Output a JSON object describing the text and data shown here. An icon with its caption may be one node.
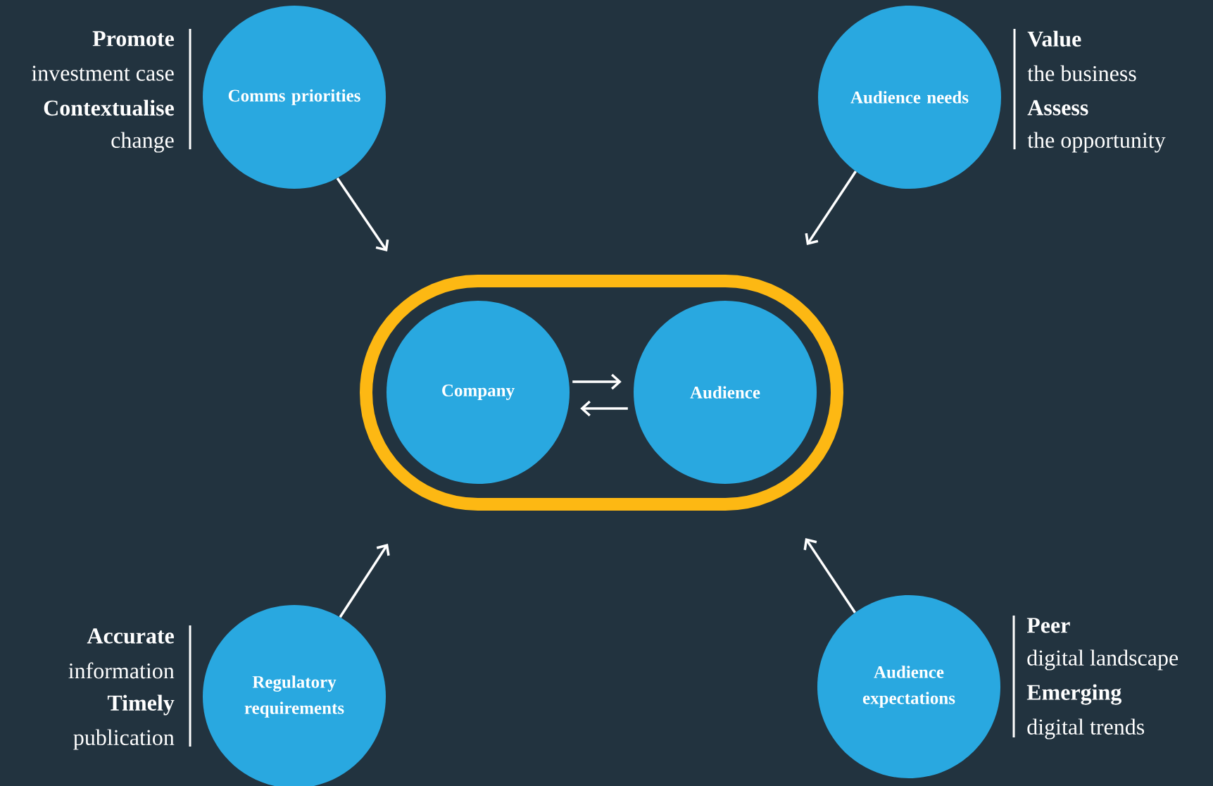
{
  "diagram": {
    "nodes": [
      {
        "text": [
          "Comms priorities"
        ],
        "beside": [
          "Promote",
          "investment case",
          "Contextualise",
          "change"
        ]
      },
      {
        "text": [
          "Audience needs"
        ],
        "beside": [
          "Value",
          "the business",
          "Assess",
          "the opportunity"
        ]
      },
      {
        "text": [],
        "shape": "box"
      },
      {
        "text": [
          "Company"
        ],
        "in": 2
      },
      {
        "text": [
          "Audience"
        ],
        "in": 2
      },
      {
        "text": [
          "Regulatory requirements"
        ],
        "beside": [
          "Accurate",
          "information",
          "Timely",
          "publication"
        ]
      },
      {
        "text": [
          "Audience expectations"
        ],
        "beside": [
          "Peer",
          "digital landscape",
          "Emerging",
          "digital trends"
        ]
      }
    ],
    "edges": [
      {
        "from": 0,
        "to": 2,
        "arrow": "to"
      },
      {
        "from": 1,
        "to": 2,
        "arrow": "to"
      },
      {
        "from": 5,
        "to": 2,
        "arrow": "to"
      },
      {
        "from": 6,
        "to": 2,
        "arrow": "to"
      },
      {
        "from": 3,
        "to": 4,
        "arrow": "to"
      },
      {
        "from": 4,
        "to": 3,
        "arrow": "to"
      }
    ]
  }
}
